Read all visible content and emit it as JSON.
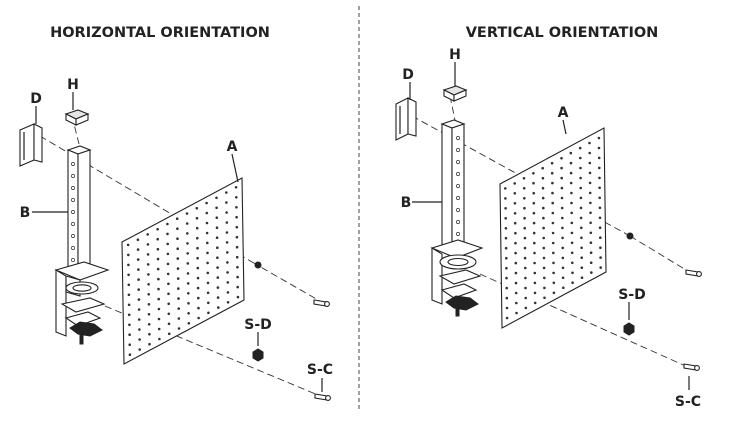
{
  "titles": {
    "left": "HORIZONTAL ORIENTATION",
    "right": "VERTICAL ORIENTATION"
  },
  "left_labels": {
    "a": "A",
    "b": "B",
    "d": "D",
    "h": "H",
    "sd": "S-D",
    "sc": "S-C"
  },
  "right_labels": {
    "a": "A",
    "b": "B",
    "d": "D",
    "h": "H",
    "sd": "S-D",
    "sc": "S-C"
  }
}
